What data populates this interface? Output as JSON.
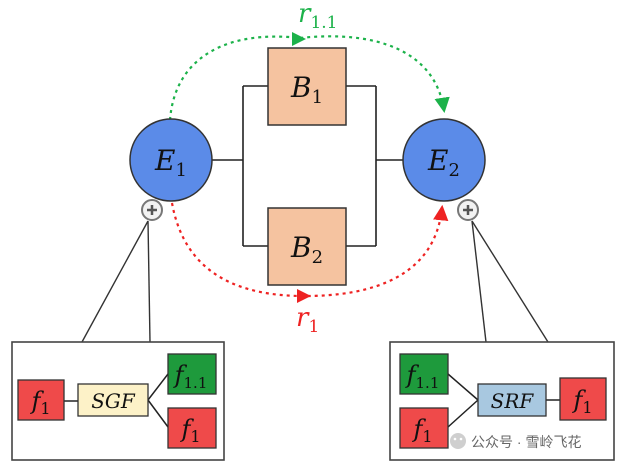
{
  "nodes": {
    "e1": {
      "main": "E",
      "sub": "1"
    },
    "e2": {
      "main": "E",
      "sub": "2"
    },
    "b1": {
      "main": "B",
      "sub": "1"
    },
    "b2": {
      "main": "B",
      "sub": "2"
    }
  },
  "links": {
    "green": {
      "main": "r",
      "sub": "1.1"
    },
    "red": {
      "main": "r",
      "sub": "1"
    }
  },
  "left_panel": {
    "input": {
      "main": "f",
      "sub": "1"
    },
    "op": "SGF",
    "out_top": {
      "main": "f",
      "sub": "1.1"
    },
    "out_bottom": {
      "main": "f",
      "sub": "1"
    }
  },
  "right_panel": {
    "in_top": {
      "main": "f",
      "sub": "1.1"
    },
    "in_bottom": {
      "main": "f",
      "sub": "1"
    },
    "op": "SRF",
    "output": {
      "main": "f",
      "sub": "1"
    }
  },
  "watermark": "公众号 · 雪岭飞花",
  "colors": {
    "node_blue": "#5b8be8",
    "box_peach": "#f5c3a0",
    "green": "#1cb24a",
    "red": "#ee2222",
    "red_box": "#ef4a4a",
    "green_box": "#1e9a3c",
    "op_box": "#fdf2c8",
    "srf_box": "#a8c8e0"
  }
}
